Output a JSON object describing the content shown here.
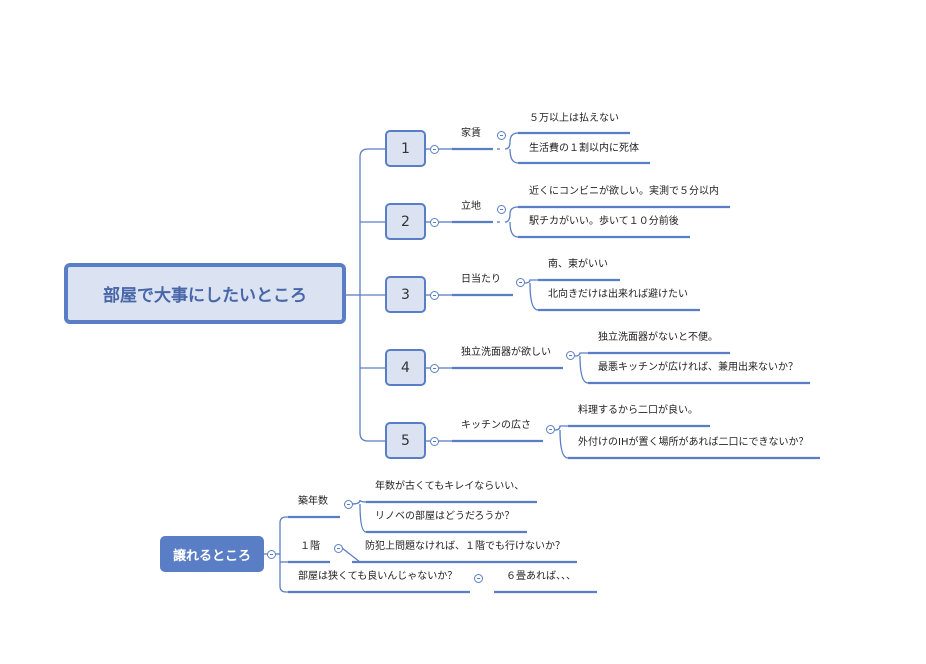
{
  "central_topic": "部屋で大事にしたいところ",
  "branches": [
    {
      "number": "1",
      "topic": "家賃",
      "details": [
        "５万以上は払えない",
        "生活費の１割以内に死体"
      ]
    },
    {
      "number": "2",
      "topic": "立地",
      "details": [
        "近くにコンビニが欲しい。実測で５分以内",
        "駅チカがいい。歩いて１０分前後"
      ]
    },
    {
      "number": "3",
      "topic": "日当たり",
      "details": [
        "南、東がいい",
        "北向きだけは出来れば避けたい"
      ]
    },
    {
      "number": "4",
      "topic": "独立洗面器が欲しい",
      "details": [
        "独立洗面器がないと不便。",
        "最悪キッチンが広ければ、兼用出来ないか？"
      ]
    },
    {
      "number": "5",
      "topic": "キッチンの広さ",
      "details": [
        "料理するから二口が良い。",
        "外付けのIHが置く場所があれば二口にできないか？"
      ]
    }
  ],
  "second_topic": "譲れるところ",
  "second_branches": [
    {
      "topic": "築年数",
      "details": [
        "年数が古くてもキレイならいい、",
        "リノベの部屋はどうだろうか？"
      ]
    },
    {
      "topic": "１階",
      "details": [
        "防犯上問題なければ、１階でも行けないか？"
      ]
    },
    {
      "topic": "部屋は狭くても良いんじゃないか？",
      "details": [
        "６畳あれば、、、"
      ]
    }
  ],
  "colors": {
    "accent": "#5a7ec6",
    "node_fill": "#dbe3f2",
    "central_text": "#4866a8"
  }
}
